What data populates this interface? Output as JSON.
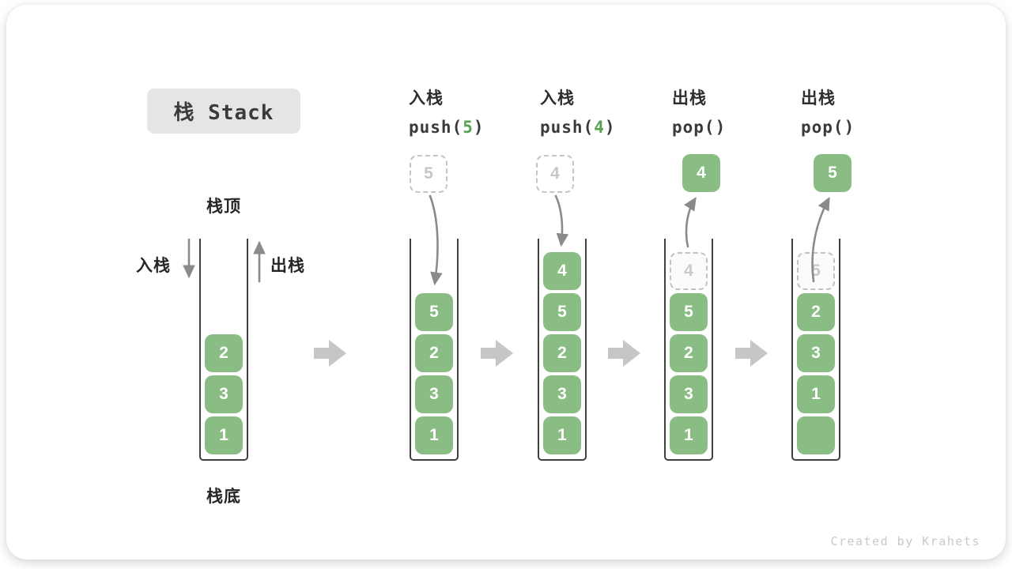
{
  "title": "栈 Stack",
  "legend": {
    "top_label": "栈顶",
    "bottom_label": "栈底",
    "push_label": "入栈",
    "pop_label": "出栈"
  },
  "base_stack": [
    "2",
    "3",
    "1"
  ],
  "steps": [
    {
      "name": "入栈",
      "code_pre": "push(",
      "code_arg": "5",
      "code_post": ")",
      "float": {
        "value": "5",
        "variant": "dashed"
      },
      "cells": [
        "5",
        "2",
        "3",
        "1"
      ],
      "ghost_index": null
    },
    {
      "name": "入栈",
      "code_pre": "push(",
      "code_arg": "4",
      "code_post": ")",
      "float": {
        "value": "4",
        "variant": "dashed"
      },
      "cells": [
        "4",
        "5",
        "2",
        "3",
        "1"
      ],
      "ghost_index": null
    },
    {
      "name": "出栈",
      "code_pre": "pop(",
      "code_arg": "",
      "code_post": ")",
      "float": {
        "value": "4",
        "variant": "solid"
      },
      "cells": [
        "4",
        "5",
        "2",
        "3",
        "1"
      ],
      "ghost_index": 0
    },
    {
      "name": "出栈",
      "code_pre": "pop(",
      "code_arg": "",
      "code_post": ")",
      "float": {
        "value": "5",
        "variant": "solid"
      },
      "cells": [
        "5",
        "2",
        "3",
        "1"
      ],
      "ghost_index": 0
    }
  ],
  "watermark": "Created by Krahets",
  "colors": {
    "element_green": "#89bd83",
    "code_arg_green": "#55a352",
    "curve_arrow_gray": "#8a8a8a",
    "block_arrow_gray": "#c6c6c6",
    "ghost_gray": "#c9c9c9",
    "title_bg": "#e5e5e5",
    "text_dark": "#3a3a3a"
  }
}
